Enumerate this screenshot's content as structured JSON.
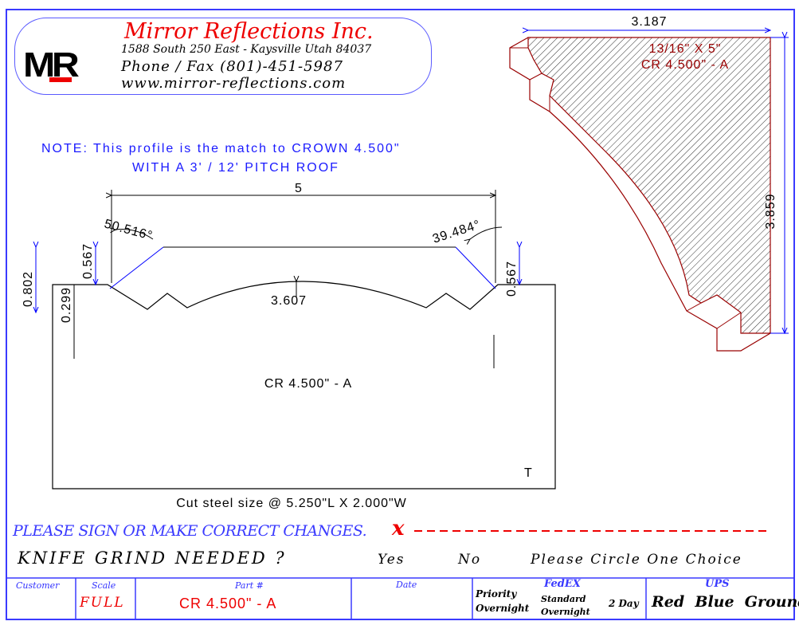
{
  "company": {
    "name": "Mirror Reflections Inc.",
    "address": "1588 South 250 East - Kaysville Utah 84037",
    "phone": "Phone / Fax (801)-451-5987",
    "website": "www.mirror-reflections.com",
    "logo_text": "MR"
  },
  "note": {
    "line1": "NOTE: This profile is the match to CROWN 4.500\"",
    "line2": "WITH A 3' / 12' PITCH ROOF"
  },
  "profile": {
    "width_dim": "5",
    "angle_left": "50.516°",
    "angle_right": "39.484°",
    "left_height": "0.802",
    "left_567": "0.567",
    "left_299": "0.299",
    "right_567": "0.567",
    "depth": "3.607",
    "part_label": "CR 4.500\" - A",
    "corner_mark": "T",
    "cut_size": "Cut steel size @ 5.250\"L  X  2.000\"W"
  },
  "crown": {
    "width": "3.187",
    "height": "3.859",
    "size": "13/16\" X 5\"",
    "part": "CR 4.500\" - A"
  },
  "signoff": {
    "prompt": "PLEASE SIGN OR MAKE CORRECT CHANGES.",
    "x_mark": "x",
    "grind_question": "KNIFE GRIND NEEDED ?",
    "yes": "Yes",
    "no": "No",
    "instruction": "Please Circle One Choice"
  },
  "title_block": {
    "customer_label": "Customer",
    "customer": "",
    "scale_label": "Scale",
    "scale": "FULL",
    "part_label": "Part #",
    "part": "CR 4.500\" - A",
    "date_label": "Date",
    "date": "",
    "fedex_label": "FedEX",
    "fedex_priority": "Priority",
    "fedex_overnight": "Overnight",
    "fedex_standard": "Standard",
    "fedex_standard_overnight": "Overnight",
    "fedex_2day": "2 Day",
    "ups_label": "UPS",
    "ups_options": "Red  Blue  Ground"
  }
}
